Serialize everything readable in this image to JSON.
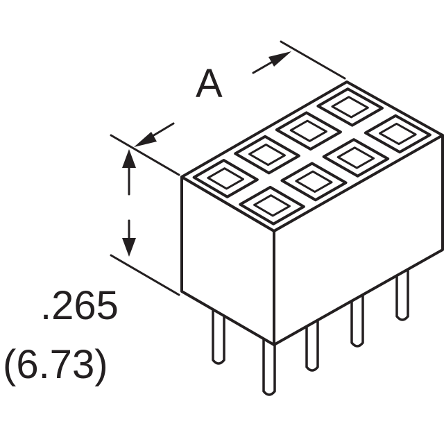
{
  "labels": {
    "dimension_a": "A",
    "height_in": ".265",
    "height_mm": "(6.73)"
  },
  "colors": {
    "stroke": "#231f20",
    "background": "#ffffff"
  },
  "connector": {
    "rows": 2,
    "positions_per_row": 4
  }
}
